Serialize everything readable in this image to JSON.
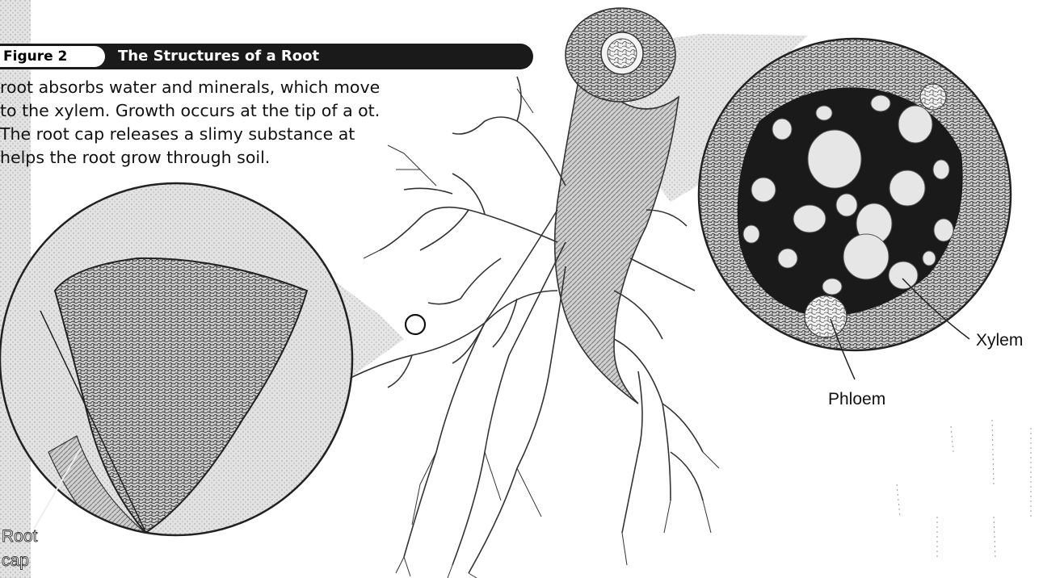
{
  "figure": {
    "tag": "Figure 2",
    "title": "The Structures of a Root",
    "caption": "root absorbs water and minerals, which move to the xylem. Growth occurs at the tip of a ot. The root cap releases a slimy substance at helps the root grow through soil."
  },
  "labels": {
    "xylem": "Xylem",
    "phloem": "Phloem",
    "root_cap_line1": "Root",
    "root_cap_line2": "cap"
  },
  "colors": {
    "banner": "#1a1a1a",
    "tissue_dark": "#1a1a1a",
    "shading": "#d9d9d9"
  }
}
